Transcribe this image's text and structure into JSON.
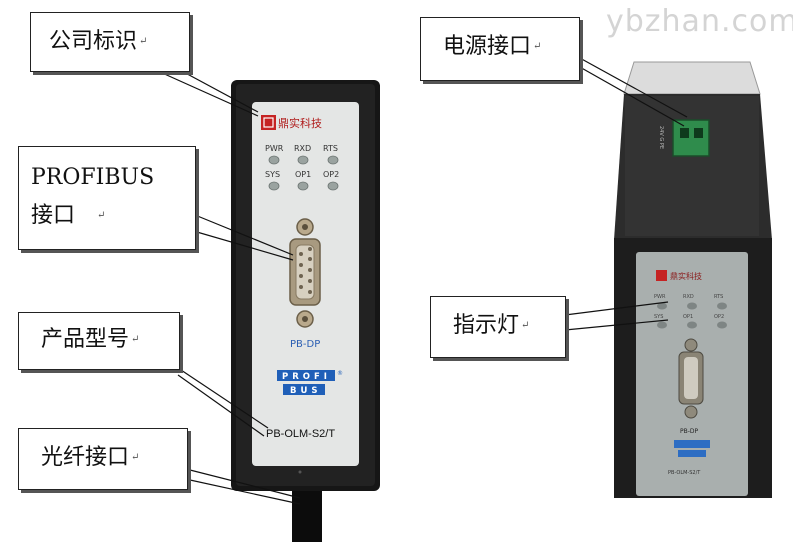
{
  "watermark": "ybzhan.com",
  "left_device": {
    "brand": "鼎实科技",
    "leds": [
      "PWR",
      "RXD",
      "RTS",
      "SYS",
      "OP1",
      "OP2"
    ],
    "port_label": "PB-DP",
    "profi_logo": "PROFI",
    "bus_logo": "BUS",
    "model": "PB-OLM-S2/T"
  },
  "right_device": {
    "brand": "鼎实科技",
    "power_pins": "24V G PE",
    "leds": [
      "PWR",
      "RXD",
      "RTS",
      "SYS",
      "OP1",
      "OP2"
    ],
    "port_label": "PB-DP",
    "model": "PB-OLM-S2/T"
  },
  "callouts": {
    "company_logo": "公司标识",
    "profibus_line1": "PROFIBUS",
    "profibus_line2": "接口",
    "model": "产品型号",
    "fiber": "光纤接口",
    "power": "电源接口",
    "indicator": "指示灯",
    "return_mark": "↵"
  }
}
